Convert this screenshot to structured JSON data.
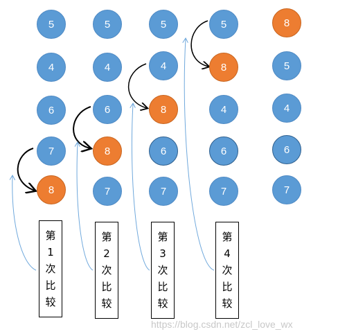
{
  "columns": [
    {
      "nodes": [
        {
          "value": "5",
          "color": "blue"
        },
        {
          "value": "4",
          "color": "blue"
        },
        {
          "value": "6",
          "color": "blue"
        },
        {
          "value": "7",
          "color": "blue"
        },
        {
          "value": "8",
          "color": "orange"
        }
      ],
      "label": [
        "第",
        "1",
        "次",
        "比",
        "较"
      ]
    },
    {
      "nodes": [
        {
          "value": "5",
          "color": "blue"
        },
        {
          "value": "4",
          "color": "blue"
        },
        {
          "value": "6",
          "color": "blue"
        },
        {
          "value": "8",
          "color": "orange"
        },
        {
          "value": "7",
          "color": "blue"
        }
      ],
      "label": [
        "第",
        "2",
        "次",
        "比",
        "较"
      ]
    },
    {
      "nodes": [
        {
          "value": "5",
          "color": "blue"
        },
        {
          "value": "4",
          "color": "blue"
        },
        {
          "value": "8",
          "color": "orange"
        },
        {
          "value": "6",
          "color": "blue"
        },
        {
          "value": "7",
          "color": "blue"
        }
      ],
      "label": [
        "第",
        "3",
        "次",
        "比",
        "较"
      ]
    },
    {
      "nodes": [
        {
          "value": "5",
          "color": "blue"
        },
        {
          "value": "8",
          "color": "orange"
        },
        {
          "value": "4",
          "color": "blue"
        },
        {
          "value": "6",
          "color": "blue"
        },
        {
          "value": "7",
          "color": "blue"
        }
      ],
      "label": [
        "第",
        "4",
        "次",
        "比",
        "较"
      ]
    },
    {
      "nodes": [
        {
          "value": "8",
          "color": "orange"
        },
        {
          "value": "5",
          "color": "blue"
        },
        {
          "value": "4",
          "color": "blue"
        },
        {
          "value": "6",
          "color": "blue"
        },
        {
          "value": "7",
          "color": "blue"
        }
      ],
      "label": []
    }
  ],
  "colors": {
    "blue": "#5b9bd5",
    "orange": "#ed7d31",
    "arrow": "#000000",
    "guide": "#6fa8dc"
  },
  "watermark": "https://blog.csdn.net/zcl_love_wx"
}
